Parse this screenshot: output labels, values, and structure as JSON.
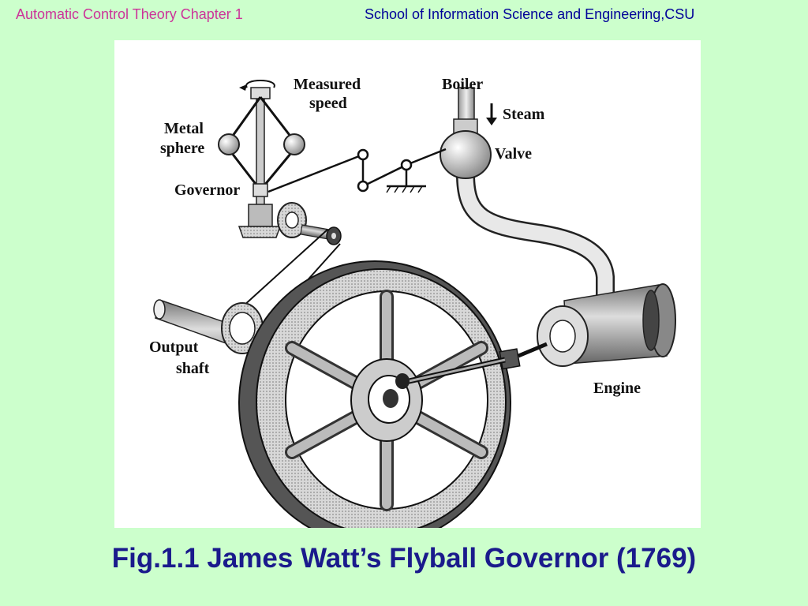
{
  "header": {
    "left_text": "Automatic Control Theory Chapter 1",
    "right_text": "School of Information Science and Engineering,CSU"
  },
  "figure": {
    "labels": {
      "measured": "Measured",
      "speed": "speed",
      "metal": "Metal",
      "sphere": "sphere",
      "governor": "Governor",
      "boiler": "Boiler",
      "steam": "Steam",
      "valve": "Valve",
      "output": "Output",
      "shaft": "shaft",
      "engine": "Engine"
    }
  },
  "caption": "Fig.1.1 James Watt’s Flyball Governor (1769)",
  "colors": {
    "background": "#ccffcc",
    "header_left": "#cc3399",
    "header_right": "#000099",
    "caption": "#1a1a8c"
  }
}
